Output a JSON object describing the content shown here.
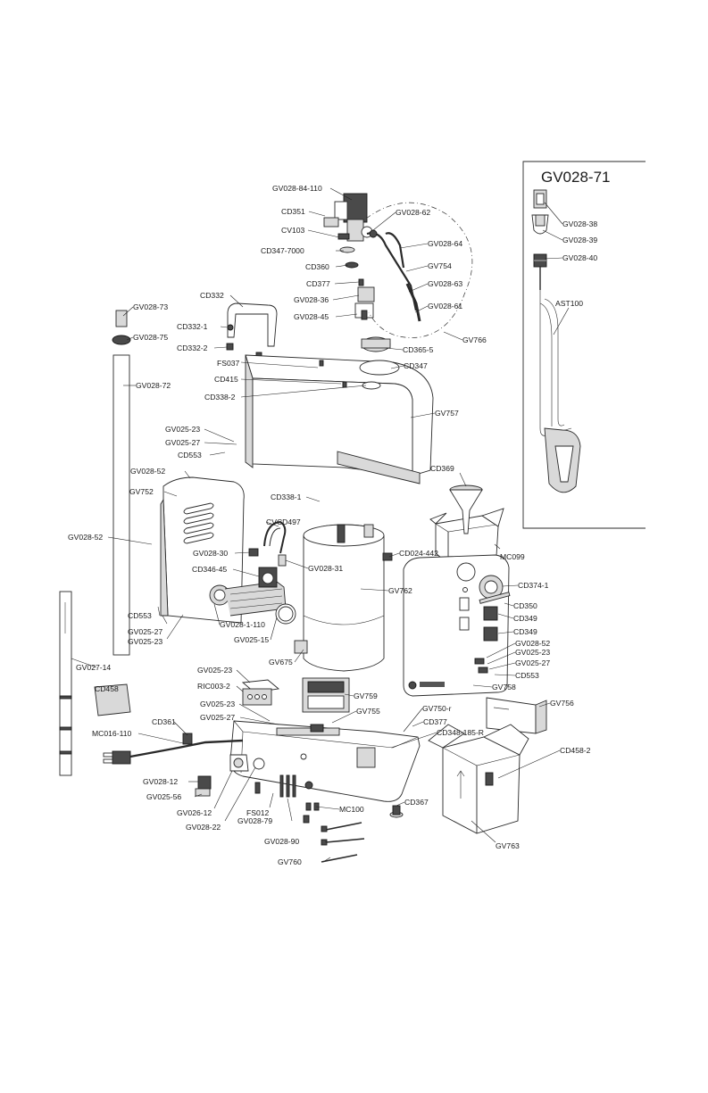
{
  "kit": {
    "title": "GV028-71",
    "labels": [
      "GV028-38",
      "GV028-39",
      "GV028-40",
      "AST100"
    ]
  },
  "callouts": [
    "GV028-84-110",
    "CD351",
    "GV028-62",
    "CV103",
    "GV028-64",
    "CD347-7000",
    "GV754",
    "CD360",
    "GV028-63",
    "CD377",
    "GV028-36",
    "GV028-61",
    "GV028-45",
    "GV766",
    "CD332",
    "GV028-73",
    "CD332-1",
    "GV028-75",
    "CD332-2",
    "CD365-5",
    "FS037",
    "CD347",
    "CD415",
    "GV028-72",
    "CD338-2",
    "GV757",
    "GV025-23",
    "GV025-27",
    "CD553",
    "GV028-52",
    "CD369",
    "GV752",
    "CD338-1",
    "CVCD497",
    "GV028-52",
    "CD024-442",
    "MC099",
    "GV028-30",
    "GV028-31",
    "CD346-45",
    "CD374-1",
    "GV762",
    "CD350",
    "CD553",
    "CD349",
    "GV028-1-110",
    "CD349",
    "GV025-27",
    "GV025-23",
    "GV025-15",
    "GV028-52",
    "GV025-23",
    "GV675",
    "GV025-27",
    "GV027-14",
    "CD553",
    "GV025-23",
    "RIC003-2",
    "GV758",
    "CD458",
    "GV759",
    "GV756",
    "GV025-23",
    "GV750-r",
    "GV755",
    "CD361",
    "GV025-27",
    "CD377",
    "MC016-110",
    "CD348-185-R",
    "CD458-2",
    "GV028-12",
    "GV025-56",
    "GV026-12",
    "CD367",
    "FS012",
    "MC100",
    "GV028-22",
    "GV028-79",
    "GV028-90",
    "GV763",
    "GV760"
  ]
}
